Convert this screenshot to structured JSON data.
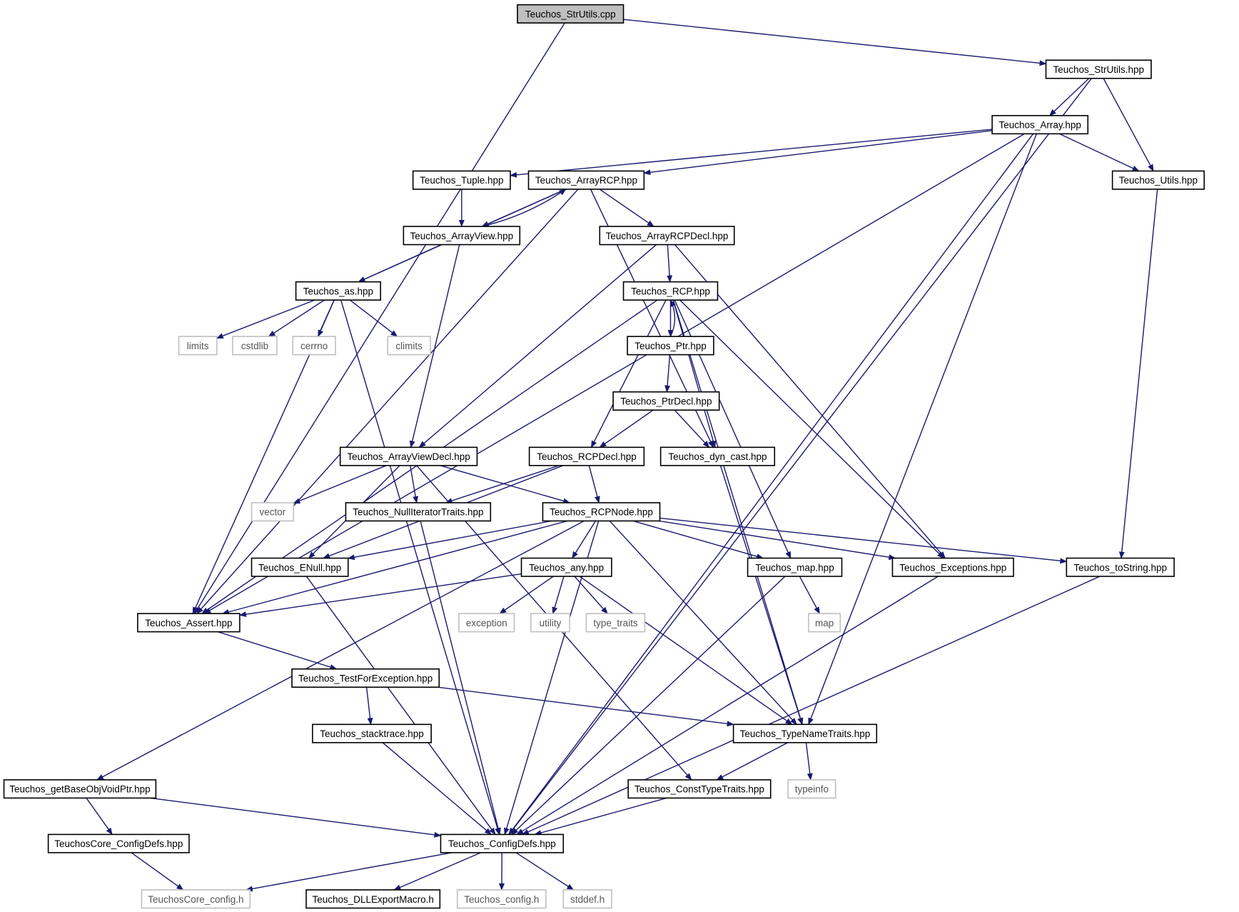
{
  "colors": {
    "edge": "#191970",
    "root_fill": "#bfbfbf",
    "node_border": "#000000",
    "system_border": "#bfbfbf",
    "node_fill": "#ffffff"
  },
  "nodes": [
    {
      "id": "strutils_cpp",
      "label": "Teuchos_StrUtils.cpp",
      "kind": "root"
    },
    {
      "id": "strutils_hpp",
      "label": "Teuchos_StrUtils.hpp",
      "kind": "file"
    },
    {
      "id": "array_hpp",
      "label": "Teuchos_Array.hpp",
      "kind": "file"
    },
    {
      "id": "tuple_hpp",
      "label": "Teuchos_Tuple.hpp",
      "kind": "file"
    },
    {
      "id": "arrayrcp_hpp",
      "label": "Teuchos_ArrayRCP.hpp",
      "kind": "file"
    },
    {
      "id": "utils_hpp",
      "label": "Teuchos_Utils.hpp",
      "kind": "file"
    },
    {
      "id": "arrayview_hpp",
      "label": "Teuchos_ArrayView.hpp",
      "kind": "file"
    },
    {
      "id": "arrayrcpdecl_hpp",
      "label": "Teuchos_ArrayRCPDecl.hpp",
      "kind": "file"
    },
    {
      "id": "as_hpp",
      "label": "Teuchos_as.hpp",
      "kind": "file"
    },
    {
      "id": "rcp_hpp",
      "label": "Teuchos_RCP.hpp",
      "kind": "file"
    },
    {
      "id": "limits",
      "label": "limits",
      "kind": "system"
    },
    {
      "id": "cstdlib",
      "label": "cstdlib",
      "kind": "system"
    },
    {
      "id": "cerrno",
      "label": "cerrno",
      "kind": "system"
    },
    {
      "id": "climits",
      "label": "climits",
      "kind": "system"
    },
    {
      "id": "ptr_hpp",
      "label": "Teuchos_Ptr.hpp",
      "kind": "file"
    },
    {
      "id": "ptrdecl_hpp",
      "label": "Teuchos_PtrDecl.hpp",
      "kind": "file"
    },
    {
      "id": "arrayviewdecl_hpp",
      "label": "Teuchos_ArrayViewDecl.hpp",
      "kind": "file"
    },
    {
      "id": "rcpdecl_hpp",
      "label": "Teuchos_RCPDecl.hpp",
      "kind": "file"
    },
    {
      "id": "dyncast_hpp",
      "label": "Teuchos_dyn_cast.hpp",
      "kind": "file"
    },
    {
      "id": "vector",
      "label": "vector",
      "kind": "system"
    },
    {
      "id": "nulliter_hpp",
      "label": "Teuchos_NullIteratorTraits.hpp",
      "kind": "file"
    },
    {
      "id": "rcpnode_hpp",
      "label": "Teuchos_RCPNode.hpp",
      "kind": "file"
    },
    {
      "id": "enull_hpp",
      "label": "Teuchos_ENull.hpp",
      "kind": "file"
    },
    {
      "id": "any_hpp",
      "label": "Teuchos_any.hpp",
      "kind": "file"
    },
    {
      "id": "map_hpp",
      "label": "Teuchos_map.hpp",
      "kind": "file"
    },
    {
      "id": "exceptions_hpp",
      "label": "Teuchos_Exceptions.hpp",
      "kind": "file"
    },
    {
      "id": "tostring_hpp",
      "label": "Teuchos_toString.hpp",
      "kind": "file"
    },
    {
      "id": "assert_hpp",
      "label": "Teuchos_Assert.hpp",
      "kind": "file"
    },
    {
      "id": "exception",
      "label": "exception",
      "kind": "system"
    },
    {
      "id": "utility",
      "label": "utility",
      "kind": "system"
    },
    {
      "id": "type_traits",
      "label": "type_traits",
      "kind": "system"
    },
    {
      "id": "map",
      "label": "map",
      "kind": "system"
    },
    {
      "id": "testforexc_hpp",
      "label": "Teuchos_TestForException.hpp",
      "kind": "file"
    },
    {
      "id": "stacktrace_hpp",
      "label": "Teuchos_stacktrace.hpp",
      "kind": "file"
    },
    {
      "id": "typenametraits_hpp",
      "label": "Teuchos_TypeNameTraits.hpp",
      "kind": "file"
    },
    {
      "id": "getbase_hpp",
      "label": "Teuchos_getBaseObjVoidPtr.hpp",
      "kind": "file"
    },
    {
      "id": "consttypetraits_hpp",
      "label": "Teuchos_ConstTypeTraits.hpp",
      "kind": "file"
    },
    {
      "id": "typeinfo",
      "label": "typeinfo",
      "kind": "system"
    },
    {
      "id": "coreconfigdefs_hpp",
      "label": "TeuchosCore_ConfigDefs.hpp",
      "kind": "file"
    },
    {
      "id": "configdefs_hpp",
      "label": "Teuchos_ConfigDefs.hpp",
      "kind": "file"
    },
    {
      "id": "coreconfig_h",
      "label": "TeuchosCore_config.h",
      "kind": "system"
    },
    {
      "id": "dllexport_h",
      "label": "Teuchos_DLLExportMacro.h",
      "kind": "file"
    },
    {
      "id": "config_h",
      "label": "Teuchos_config.h",
      "kind": "system"
    },
    {
      "id": "stddef_h",
      "label": "stddef.h",
      "kind": "system"
    }
  ],
  "edges": [
    [
      "strutils_cpp",
      "strutils_hpp"
    ],
    [
      "strutils_cpp",
      "assert_hpp"
    ],
    [
      "strutils_hpp",
      "array_hpp"
    ],
    [
      "strutils_hpp",
      "utils_hpp"
    ],
    [
      "strutils_hpp",
      "configdefs_hpp"
    ],
    [
      "array_hpp",
      "assert_hpp"
    ],
    [
      "array_hpp",
      "tuple_hpp"
    ],
    [
      "array_hpp",
      "arrayrcp_hpp"
    ],
    [
      "array_hpp",
      "utils_hpp"
    ],
    [
      "array_hpp",
      "typenametraits_hpp"
    ],
    [
      "array_hpp",
      "configdefs_hpp"
    ],
    [
      "tuple_hpp",
      "arrayview_hpp"
    ],
    [
      "arrayrcp_hpp",
      "assert_hpp"
    ],
    [
      "arrayrcp_hpp",
      "arrayview_hpp"
    ],
    [
      "arrayrcp_hpp",
      "as_hpp"
    ],
    [
      "arrayrcp_hpp",
      "arrayrcpdecl_hpp"
    ],
    [
      "arrayrcp_hpp",
      "dyncast_hpp"
    ],
    [
      "arrayview_hpp",
      "arrayrcp_hpp"
    ],
    [
      "arrayview_hpp",
      "as_hpp"
    ],
    [
      "arrayview_hpp",
      "arrayviewdecl_hpp"
    ],
    [
      "utils_hpp",
      "tostring_hpp"
    ],
    [
      "arrayrcpdecl_hpp",
      "rcp_hpp"
    ],
    [
      "arrayrcpdecl_hpp",
      "arrayviewdecl_hpp"
    ],
    [
      "arrayrcpdecl_hpp",
      "exceptions_hpp"
    ],
    [
      "as_hpp",
      "limits"
    ],
    [
      "as_hpp",
      "cstdlib"
    ],
    [
      "as_hpp",
      "cerrno"
    ],
    [
      "as_hpp",
      "climits"
    ],
    [
      "as_hpp",
      "assert_hpp"
    ],
    [
      "as_hpp",
      "configdefs_hpp"
    ],
    [
      "rcp_hpp",
      "ptr_hpp"
    ],
    [
      "rcp_hpp",
      "rcpdecl_hpp"
    ],
    [
      "rcp_hpp",
      "dyncast_hpp"
    ],
    [
      "rcp_hpp",
      "map_hpp"
    ],
    [
      "rcp_hpp",
      "exceptions_hpp"
    ],
    [
      "rcp_hpp",
      "typenametraits_hpp"
    ],
    [
      "rcp_hpp",
      "assert_hpp"
    ],
    [
      "ptr_hpp",
      "rcp_hpp"
    ],
    [
      "ptr_hpp",
      "ptrdecl_hpp"
    ],
    [
      "ptrdecl_hpp",
      "rcpdecl_hpp"
    ],
    [
      "ptrdecl_hpp",
      "dyncast_hpp"
    ],
    [
      "arrayviewdecl_hpp",
      "vector"
    ],
    [
      "arrayviewdecl_hpp",
      "nulliter_hpp"
    ],
    [
      "arrayviewdecl_hpp",
      "rcpnode_hpp"
    ],
    [
      "arrayviewdecl_hpp",
      "enull_hpp"
    ],
    [
      "arrayviewdecl_hpp",
      "consttypetraits_hpp"
    ],
    [
      "rcpdecl_hpp",
      "rcpnode_hpp"
    ],
    [
      "rcpdecl_hpp",
      "nulliter_hpp"
    ],
    [
      "rcpdecl_hpp",
      "enull_hpp"
    ],
    [
      "dyncast_hpp",
      "typenametraits_hpp"
    ],
    [
      "nulliter_hpp",
      "configdefs_hpp"
    ],
    [
      "rcpnode_hpp",
      "any_hpp"
    ],
    [
      "rcpnode_hpp",
      "map_hpp"
    ],
    [
      "rcpnode_hpp",
      "exceptions_hpp"
    ],
    [
      "rcpnode_hpp",
      "tostring_hpp"
    ],
    [
      "rcpnode_hpp",
      "enull_hpp"
    ],
    [
      "rcpnode_hpp",
      "assert_hpp"
    ],
    [
      "rcpnode_hpp",
      "getbase_hpp"
    ],
    [
      "rcpnode_hpp",
      "configdefs_hpp"
    ],
    [
      "rcpnode_hpp",
      "typenametraits_hpp"
    ],
    [
      "enull_hpp",
      "configdefs_hpp"
    ],
    [
      "any_hpp",
      "assert_hpp"
    ],
    [
      "any_hpp",
      "exception"
    ],
    [
      "any_hpp",
      "utility"
    ],
    [
      "any_hpp",
      "type_traits"
    ],
    [
      "any_hpp",
      "typenametraits_hpp"
    ],
    [
      "map_hpp",
      "map"
    ],
    [
      "map_hpp",
      "configdefs_hpp"
    ],
    [
      "exceptions_hpp",
      "configdefs_hpp"
    ],
    [
      "tostring_hpp",
      "configdefs_hpp"
    ],
    [
      "assert_hpp",
      "testforexc_hpp"
    ],
    [
      "testforexc_hpp",
      "stacktrace_hpp"
    ],
    [
      "testforexc_hpp",
      "typenametraits_hpp"
    ],
    [
      "stacktrace_hpp",
      "configdefs_hpp"
    ],
    [
      "typenametraits_hpp",
      "consttypetraits_hpp"
    ],
    [
      "typenametraits_hpp",
      "typeinfo"
    ],
    [
      "getbase_hpp",
      "coreconfigdefs_hpp"
    ],
    [
      "getbase_hpp",
      "configdefs_hpp"
    ],
    [
      "consttypetraits_hpp",
      "configdefs_hpp"
    ],
    [
      "coreconfigdefs_hpp",
      "coreconfig_h"
    ],
    [
      "configdefs_hpp",
      "coreconfig_h"
    ],
    [
      "configdefs_hpp",
      "dllexport_h"
    ],
    [
      "configdefs_hpp",
      "config_h"
    ],
    [
      "configdefs_hpp",
      "stddef_h"
    ]
  ]
}
